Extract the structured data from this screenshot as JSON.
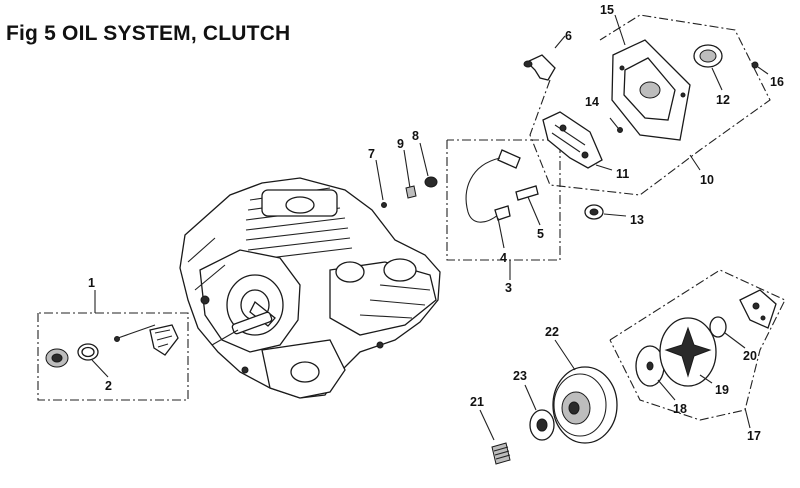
{
  "figure": {
    "title": "Fig 5 OIL SYSTEM, CLUTCH"
  },
  "callouts": {
    "c1": "1",
    "c2": "2",
    "c3": "3",
    "c4": "4",
    "c5": "5",
    "c6": "6",
    "c7": "7",
    "c8": "8",
    "c9": "9",
    "c10": "10",
    "c11": "11",
    "c12": "12",
    "c13": "13",
    "c14": "14",
    "c15": "15",
    "c16": "16",
    "c17": "17",
    "c18": "18",
    "c19": "19",
    "c20": "20",
    "c21": "21",
    "c22": "22",
    "c23": "23"
  },
  "colors": {
    "ink": "#111111",
    "background": "#ffffff"
  }
}
